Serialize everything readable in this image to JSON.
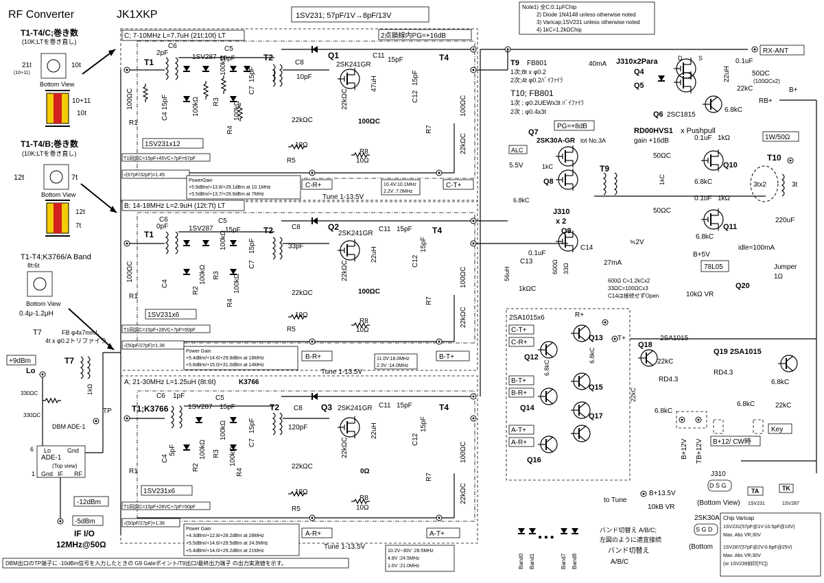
{
  "header": {
    "title": "RF Converter",
    "callsign": "JK1XKP"
  },
  "top_box": "1SV231; 57pF/1V→8pF/13V",
  "notes": [
    "Note1) 全C;0.1μFChip",
    "2) Diode 1N4148 unless otherwise noted",
    "3) Varicap;1SV231 unless otherwise noted",
    "4) 1kC=1.2kΩChip"
  ],
  "sections": {
    "C": {
      "label": "C; 7-10MHz L=7.7uH (21t:10t) LT",
      "pg_box": "2点鎖線内PG=+16dB",
      "varicap": "1SV231x12",
      "tune_cap": "T1同調C=15pF+45VC+7pF=67pF",
      "ratio": "√(67pF/32pF)=1.45",
      "gain_title": "PowerGain",
      "gain1": "+5.9dBm/+13.8/+29.1dBm at 10.1MHz",
      "gain2": "+5.5dBm/+13.7/+29.9dBm at 7MHz",
      "volt1": "10.4V:10.1MHz",
      "volt2": "2.2V :7.0MHz",
      "tune": "Tune 1-13.5V",
      "r": "C-R+",
      "t": "C-T+",
      "t1": "T1",
      "t2": "T2",
      "t4": "T4",
      "q": "Q1",
      "fet": "2SK241GR",
      "c6": "C6",
      "c6v": "2pF",
      "d": "1SV287",
      "c5": "C5",
      "c5v": "10pF",
      "c8": "C8",
      "c8v": "10pF",
      "c11": "C11",
      "c11v": "15pF",
      "c12": "C12",
      "c12v": "15pF",
      "c4": "C4 15pF",
      "c7": "C7",
      "c7v": "15pF"
    },
    "B": {
      "label": "B; 14-18MHz L=2.9uH (12t:7t) LT",
      "varicap": "1SV231x6",
      "tune_cap": "T1同調C=15pF+28VC+7pF=50pF",
      "ratio": "√(50pF/27pF)=1.36",
      "gain_title": "Power Gain",
      "gain1": "+5.4dBm/+14.6/+29.8dBm at 18MHz",
      "gain2": "+5.8dBm/+15.0/+31.0dBm at 14MHz",
      "volt1": "11.0V:18.0MHz",
      "volt2": "2.3V :14.0MHz",
      "tune": "Tune 1-13.5V",
      "r": "B-R+",
      "t": "B-T+",
      "t1": "T1",
      "t2": "T2",
      "t4": "T4",
      "q": "Q2",
      "fet": "2SK241GR",
      "c6": "C6",
      "c6v": "0pF",
      "d": "1SV287",
      "c5": "C5",
      "c5v": "15pF",
      "c8": "C8",
      "c8v": "33pF",
      "c11": "C11",
      "c11v": "15pF",
      "c12": "C12",
      "c12v": "15pF",
      "c4": "C4",
      "c7": "C7",
      "c7v": "15pF"
    },
    "A": {
      "label": "A; 21-30MHz L=1.25uH (8t:6t)",
      "core": "K3766",
      "varicap": "1SV231x6",
      "tune_cap": "T1同調C=15pF+28VC+7pF=50pF",
      "ratio": "√(50pF/27pF)=1.36",
      "gain_title": "Power Gain",
      "gain1": "+4.3dBm/+12.8/+28.2dBm at 28MHz",
      "gain2": "+5.5dBm/+14.6/+29.5dBm at 24.5MHz",
      "gain3": "+5.4dBm/+14.0/+29.2dBm at 21MHz",
      "volt1": "10.2V~30V :28.5MHz",
      "volt2": "4.8V :24.5MHz",
      "volt3": "1.6V :21.0MHz",
      "tune": "Tune 1-13.5V",
      "r": "A-R+",
      "t": "A-T+",
      "t1": "T1;K3766",
      "t2": "T2",
      "t4": "T4",
      "q": "Q3",
      "fet": "2SK241GR",
      "c6": "C6",
      "c6v": "1pF",
      "d": "1SV287",
      "c5": "C5",
      "c5v": "15pF",
      "c8": "C8",
      "c8v": "120pF",
      "c11": "C11",
      "c11v": "15pF",
      "c12": "C12",
      "c12v": "15pF",
      "c4": "C4",
      "c4v": "5pF",
      "c7": "C7",
      "c7v": "15pF"
    }
  },
  "common": {
    "r1": "R1",
    "r1v": "100ΩC",
    "r2": "R2",
    "r2v": "100kΩ",
    "r3": "R3",
    "r3v": "100kΩ",
    "r4": "R4",
    "r4v": "100kΩ",
    "r5": "R5",
    "r5v": "10Ω",
    "r7": "R7",
    "r7v": "22kΩC",
    "r8": "R8",
    "r8v": "10Ω",
    "r9": "22kΩC",
    "r10": "100ΩC",
    "r11": "100ΩC",
    "r12": "22kΩ",
    "c47": "47uH",
    "c22": "22uH",
    "zero": "0Ω"
  },
  "left": {
    "t1t4c_title": "T1-T4/C;巻き数",
    "t1t4c_sub": "(10K;LTを巻き直し)",
    "t21": "21t",
    "t21b": "(10+11)",
    "t10": "10t",
    "bottom": "Bottom View",
    "t1011": "10+11",
    "t10b": "10t",
    "t1t4b_title": "T1-T4/B;巻き数",
    "t1t4b_sub": "(10K;LTを巻き直し)",
    "t12": "12t",
    "t7": "7t",
    "t12b": "12t",
    "t7b": "7t",
    "t1t4a_title": "T1-T4;K3766/A Band",
    "t1t4a_sub": "8t:6t",
    "bottom2": "Bottom View",
    "induct": "0.4μ-1.2μH",
    "t7_title": "T7",
    "t7_sub1": "FB φ4x7mmL",
    "t7_sub2": "4t x φ0.2トリファイラ",
    "lo_level": "+9dBm",
    "lo": "Lo",
    "r330a": "330ΩC",
    "r330b": "330ΩC",
    "t7lbl": "T7",
    "tp": "TP",
    "r1k": "1kΩ",
    "dbm": "DBM ADE-1",
    "ade": "ADE-1",
    "top": "(Top view)",
    "pin_lo": "Lo",
    "pin_rf": "RF",
    "pin_if": "IF",
    "pin_gnd": "Gnd",
    "pin_gnd2": "Gnd",
    "pin6": "6",
    "pin1": "1",
    "m12": "-12dBm",
    "m5": "-5dBm",
    "if_io": "IF I/O",
    "if_freq": "12MHz@50Ω"
  },
  "right": {
    "t9": "T9",
    "fb801": "FB801",
    "t9_1": "1次;8t x φ0.2",
    "t9_2": "2次;4t φ0.2ﾊﾞｲﾌｧｲﾗ",
    "t10": "T10; FB801",
    "t10_1": "1次 ; φ0.2UEWx3t ﾊﾞｲﾌｧｲﾗ",
    "t10_2": "2次 ; φ0.4x3t",
    "ma40": "40mA",
    "j310": "J310x2Para",
    "q4": "Q4",
    "q5": "Q5",
    "d_lbl": "D",
    "s_lbl": "S",
    "c01": "0.1uF",
    "rx_ant": "RX-ANT",
    "l22": "22uH",
    "r50": "50ΩC",
    "r50b": "(100ΩCx2)",
    "r22k": "22kC",
    "bplus": "B+",
    "rb": "RB+",
    "r68": "6.8kC",
    "q6": "Q6",
    "q6n": "2SC1815",
    "pg8": "PG=+8dB",
    "q7": "Q7",
    "q7n": "2SK30A-GR",
    "lot": "lot No.3A",
    "alc": "ALC",
    "v55": "5.5V",
    "r1kc": "1kC",
    "q8": "Q8",
    "r68b": "6.8kC",
    "j310b": "J310",
    "x2": "x 2",
    "q9": "Q9",
    "c14": "C14",
    "c13": "C13",
    "c01b": "0.1uF",
    "l56": "56uH",
    "r1kc2": "1kΩC",
    "r600": "600Ω",
    "r33": "33Ω",
    "ma27": "27mA",
    "v2": "≒2V",
    "r600n": "600Ω C=1.2kCx2",
    "r33n": "33ΩC=100ΩCx3",
    "c14n": "C14は接続せずOpen",
    "rd": "RD00HVS1",
    "push": "x Pushpull",
    "gain16": "gain +16dB",
    "c01c": "0.1uF",
    "r1ka": "1kΩ",
    "r50c": "50ΩC",
    "t9lbl": "T9",
    "r68c": "6.8kC",
    "q10": "Q10",
    "r1kb": "1kC",
    "r50d": "50ΩC",
    "c01d": "0.1uF",
    "r1kd": "1kΩ",
    "r68d": "6.8kC",
    "q11": "Q11",
    "w1": "1W/50Ω",
    "t10lbl": "T10",
    "x3": "3tx2",
    "t3": "3t",
    "c220": "220uF",
    "idle": "idle=100mA",
    "bp5": "B+5V",
    "reg": "78L05",
    "q20": "Q20",
    "vr10k": "10kΩ VR",
    "jumper": "Jumper",
    "r1": "1Ω"
  },
  "bottom": {
    "sa1015x6": "2SA1015x6",
    "rplus": "R+",
    "tplus": "T+",
    "ct": "C-T+",
    "cr": "C-R+",
    "bt": "B-T+",
    "br": "B-R+",
    "at": "A-T+",
    "ar": "A-R+",
    "q12": "Q12",
    "q13": "Q13",
    "q14": "Q14",
    "q15": "Q15",
    "q16": "Q16",
    "q17": "Q17",
    "r68": "6.8kC",
    "r68b": "6.8kC",
    "q18": "Q18",
    "sa1015": "2SA1015",
    "q19": "Q19 2SA1015",
    "rd43": "RD4.3",
    "rd43b": "RD4.3",
    "r22k": "22kC",
    "r22kb": "22kC",
    "r68e": "6.8kC",
    "r68f": "6.8kC",
    "bp12": "B+12V",
    "tb12": "TB+12V",
    "cw": "B+12/ CW時",
    "key": "Key",
    "to_tune": "to Tune",
    "b135": "B+13.5V",
    "vr": "10kB VR",
    "band_sw": "バンド切替え A/B/C;",
    "band_sw2": "左図のように適宜接続",
    "band_sw3": "バンド切替え",
    "band_sw4": "A/B/C",
    "band0": "Band0",
    "band1": "Band1",
    "band7": "Band7",
    "band8": "Band8",
    "dots": "● ● ●",
    "footer": "DBM出口のTP端子に -10dBm信号を入力したときの G9 Gateポイント/T9出口/最終出力端子 の出力実測値を示す。"
  },
  "legend": {
    "j310": "J310",
    "dsg": "D S G",
    "bv": "(Bottom View)",
    "sv231": "1SV231",
    "sv287": "1SV287",
    "ta": "TA",
    "tk": "TK",
    "k30a": "2SK30A",
    "sgd": "S G D",
    "bottom": "(Bottom",
    "chip_title": "Chip Varicap",
    "chip1": "1SV231(57pF@1V-10.5pF@10V)",
    "chip2": "Max. Abs VR;30V",
    "chip3": "1SV287(57pF@2V-0.6pF@25V)",
    "chip4": "Max. Abs VR;30V",
    "chip5": "(or 1SV239刻印[TC])"
  }
}
